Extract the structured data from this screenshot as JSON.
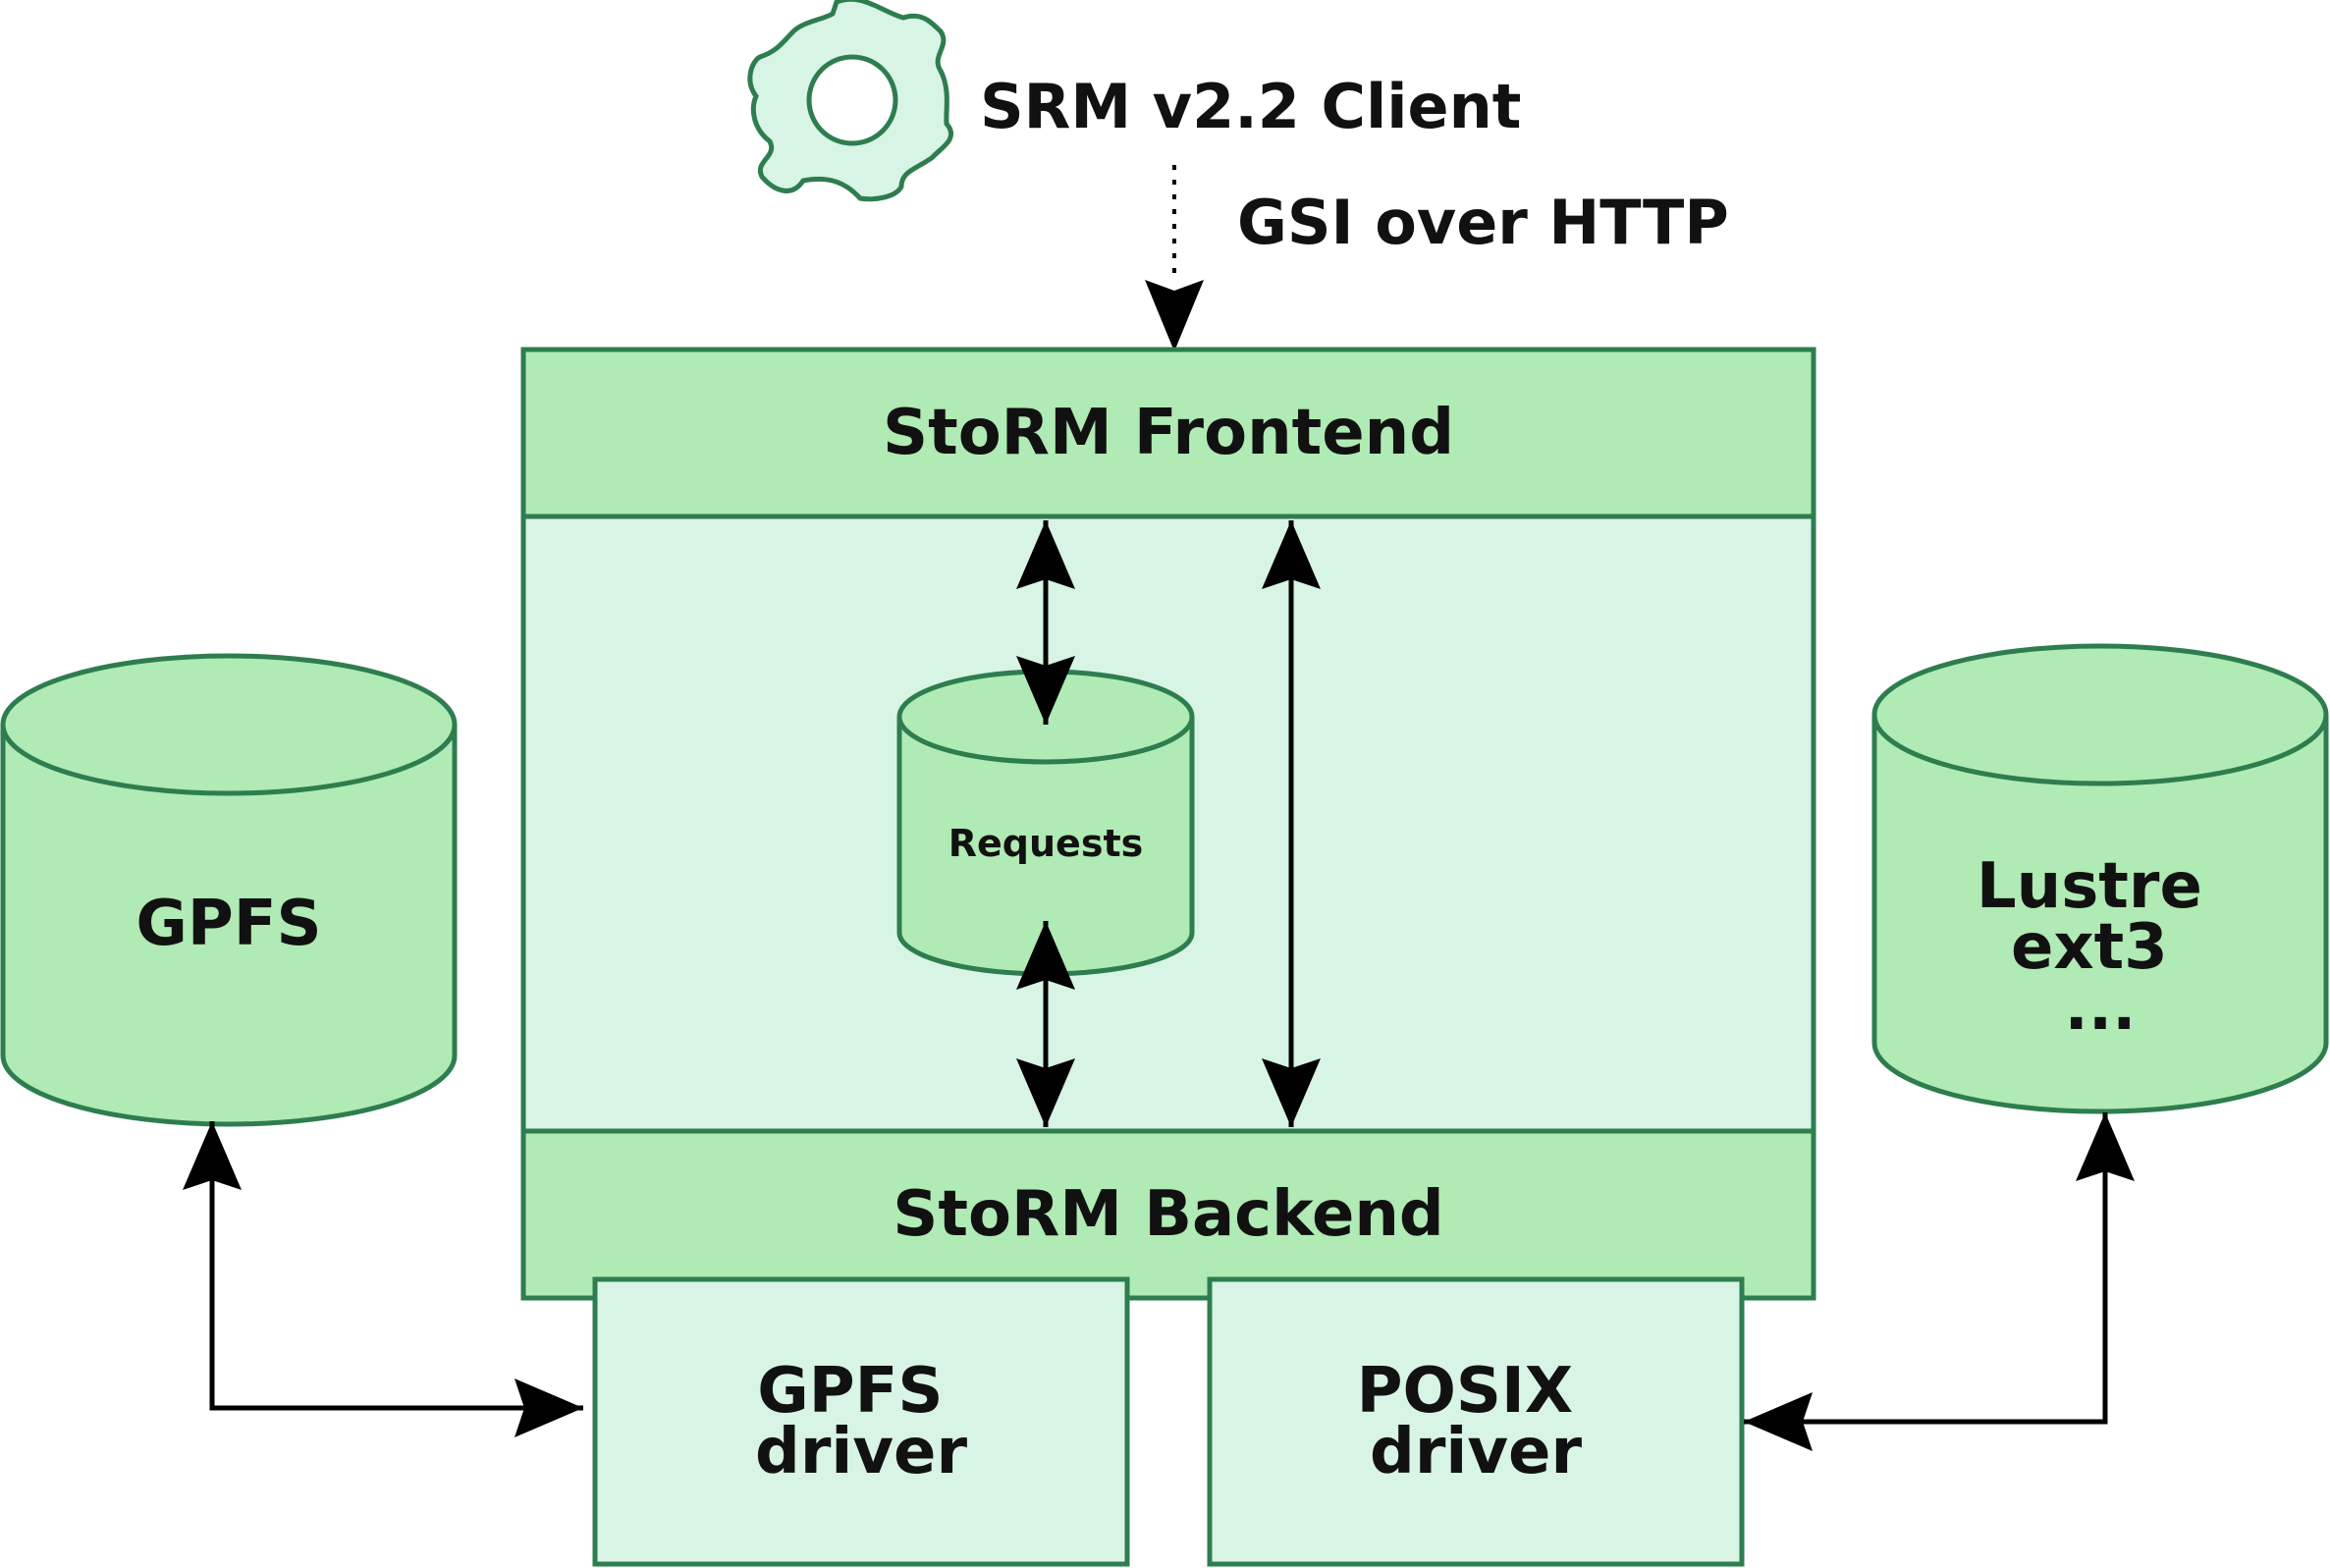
{
  "client": {
    "label": "SRM v2.2 Client",
    "protocol_label": "GSI over HTTP"
  },
  "storm": {
    "frontend_label": "StoRM Frontend",
    "backend_label": "StoRM Backend",
    "requests_db_label": "Requests"
  },
  "storage": {
    "gpfs_label": "GPFS",
    "posix_lines": [
      "Lustre",
      "ext3",
      "..."
    ]
  },
  "drivers": {
    "gpfs_lines": [
      "GPFS",
      "driver"
    ],
    "posix_lines": [
      "POSIX",
      "driver"
    ]
  },
  "colors": {
    "stroke": "#2e7d4f",
    "fill_dark": "#b0eab4",
    "fill_light": "#d8f4e4",
    "arrow": "#000000"
  }
}
